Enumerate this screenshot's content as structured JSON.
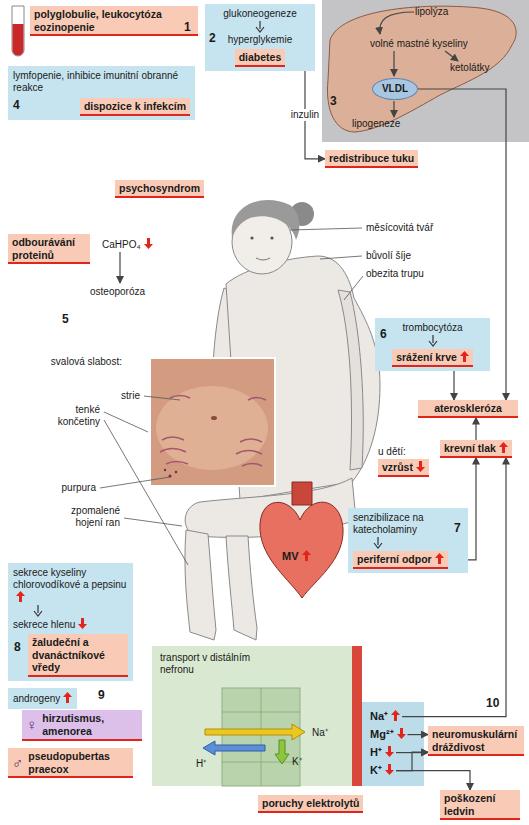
{
  "diagram": {
    "nodes": [
      {
        "text": [
          "polyglobulie, leukocytóza eozinopenie"
        ]
      },
      {
        "text": [
          "glukoneogeneze",
          "hyperglykemie"
        ]
      },
      {
        "text": [
          "diabetes"
        ],
        "in": 1
      },
      {
        "text": [
          "lipolýza",
          "volné mastné kyseliny",
          "ketolátky",
          "lipogeneze"
        ]
      },
      {
        "text": [
          "VLDL"
        ],
        "in": 3
      },
      {
        "text": [
          "lymfopenie, inhibice imunitní obranné reakce"
        ]
      },
      {
        "text": [
          "dispozice k infekcím"
        ],
        "in": 5
      },
      {
        "text": [
          "redistribuce tuku"
        ]
      },
      {
        "text": [
          "psychosyndrom"
        ]
      },
      {
        "text": [
          "odbourávání proteinů"
        ]
      },
      {
        "text": [
          "trombocytóza"
        ]
      },
      {
        "text": [
          "srážení krve"
        ],
        "in": 10
      },
      {
        "text": [
          "ateroskleróza"
        ]
      },
      {
        "text": [
          "krevní tlak"
        ]
      },
      {
        "text": [
          "u dětí:",
          "vzrůst"
        ]
      },
      {
        "text": [
          "senzibilizace na katecholaminy"
        ]
      },
      {
        "text": [
          "periferní odpor"
        ],
        "in": 15
      },
      {
        "text": [
          "sekrece kyseliny chlorovodíkové a pepsinu",
          "sekrece hlenu"
        ]
      },
      {
        "text": [
          "žaludeční a dvanáctníkové vředy"
        ],
        "in": 17
      },
      {
        "text": [
          "androgeny"
        ]
      },
      {
        "text": [
          "♀",
          "hirzutismus, amenorea"
        ]
      },
      {
        "text": [
          "♂",
          "pseudopubertas praecox"
        ]
      },
      {
        "text": [
          "transport v distálním nefronu",
          "Na⁺",
          "H⁺",
          "K⁺"
        ]
      },
      {
        "text": [
          "Na⁺"
        ]
      },
      {
        "text": [
          "Mg²⁺"
        ]
      },
      {
        "text": [
          "H⁺"
        ]
      },
      {
        "text": [
          "K⁺"
        ]
      },
      {
        "text": [
          "neuromuskulární dráždivost"
        ]
      },
      {
        "text": [
          "poruchy elektrolytů"
        ]
      },
      {
        "text": [
          "poškození ledvin"
        ]
      }
    ],
    "edges": [
      {
        "from": 1,
        "to": 7,
        "label": "inzulin",
        "arrow": "to"
      },
      {
        "from": 4,
        "to": 12,
        "arrow": "to"
      },
      {
        "from": 10,
        "to": 12,
        "arrow": "to"
      },
      {
        "from": 13,
        "to": 12,
        "arrow": "to"
      },
      {
        "from": 16,
        "to": 13,
        "arrow": "to"
      },
      {
        "from": 23,
        "to": 13,
        "arrow": "to"
      },
      {
        "from": 24,
        "to": 27,
        "arrow": "to"
      },
      {
        "from": 25,
        "to": 27,
        "arrow": "to"
      },
      {
        "from": 26,
        "to": 27,
        "arrow": "to"
      },
      {
        "from": 26,
        "to": 29,
        "arrow": "to"
      }
    ],
    "labels": [
      "1",
      "2",
      "3",
      "4",
      "CaHPO₄",
      "osteoporóza",
      "5",
      "měsícovitá tvář",
      "bůvolí šíje",
      "obezita trupu",
      "svalová slabost:",
      "strie",
      "tenké končetiny",
      "purpura",
      "zpomalené hojení ran",
      "6",
      "MV",
      "7",
      "8",
      "9",
      "10"
    ]
  }
}
